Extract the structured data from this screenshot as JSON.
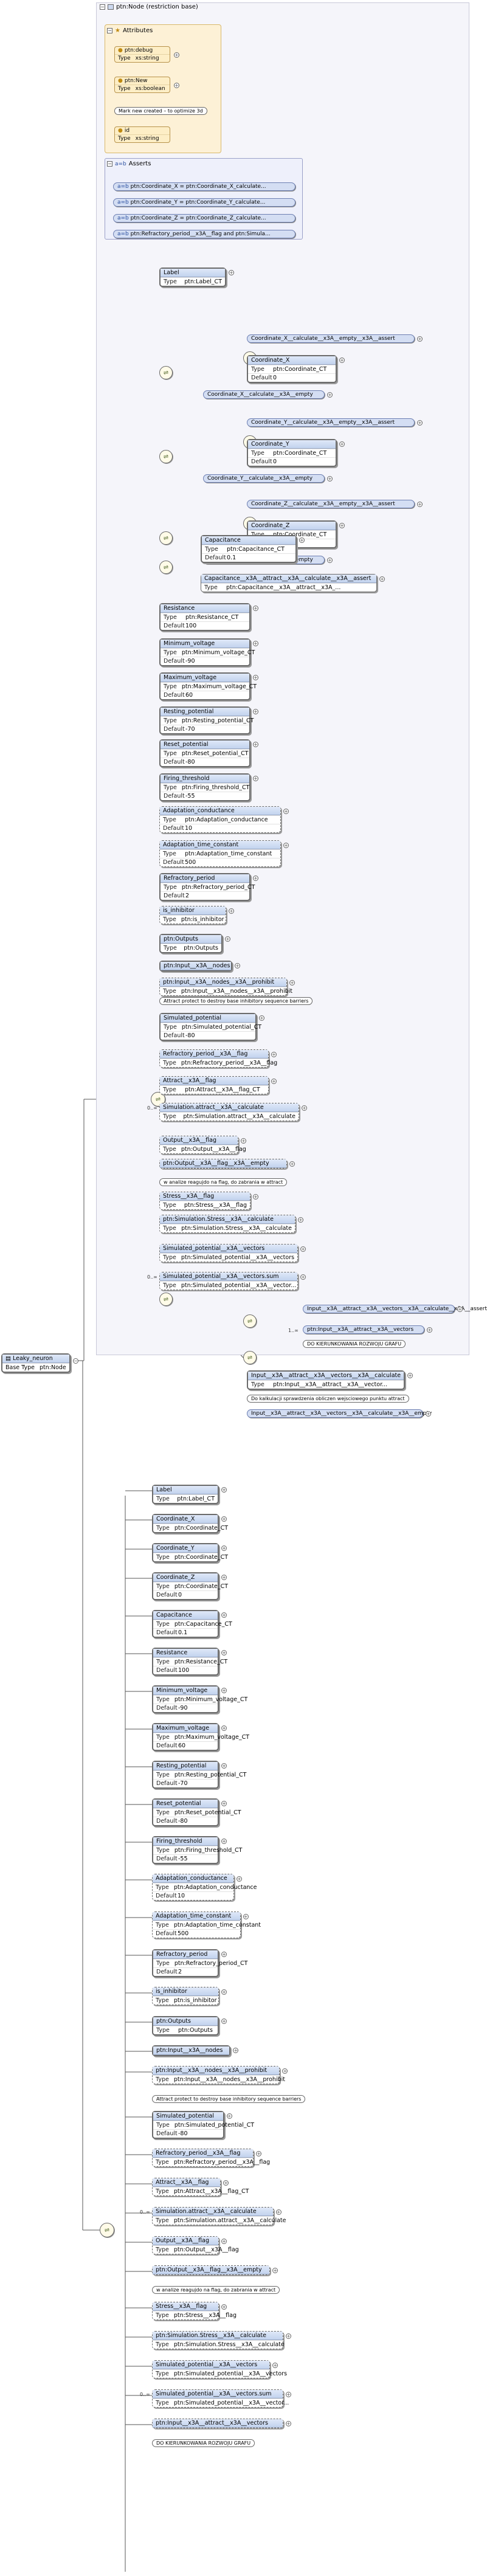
{
  "ptn_node": {
    "title": "ptn:Node (restriction base)",
    "attributes_title": "Attributes",
    "attributes": [
      {
        "name": "ptn:debug",
        "type_label": "Type",
        "type": "xs:string"
      },
      {
        "name": "ptn:New",
        "type_label": "Type",
        "type": "xs:boolean"
      },
      {
        "name": "id",
        "type_label": "Type",
        "type": "xs:string"
      }
    ],
    "new_note": "Mark new created – to optimize 3d",
    "asserts_title": "Asserts",
    "asserts": [
      "ptn:Coordinate_X = ptn:Coordinate_X_calculate...",
      "ptn:Coordinate_Y = ptn:Coordinate_Y_calculate...",
      "ptn:Coordinate_Z = ptn:Coordinate_Z_calculate...",
      "ptn:Refractory_period__x3A__flag and ptn:Simula..."
    ]
  },
  "root": {
    "name": "Leaky_neuron",
    "type_label": "Base Type",
    "type": "ptn:Node"
  },
  "labels": {
    "type": "Type",
    "default": "Default"
  },
  "top": {
    "label": {
      "name": "Label",
      "type": "ptn:Label_CT"
    },
    "coord_x": {
      "calc": "Coordinate_X__calculate__x3A__empty__x3A__assert",
      "name": "Coordinate_X",
      "type": "ptn:Coordinate_CT",
      "default": "0",
      "empty": "Coordinate_X__calculate__x3A__empty"
    },
    "coord_y": {
      "calc": "Coordinate_Y__calculate__x3A__empty__x3A__assert",
      "name": "Coordinate_Y",
      "type": "ptn:Coordinate_CT",
      "default": "0",
      "empty": "Coordinate_Y__calculate__x3A__empty"
    },
    "coord_z": {
      "calc": "Coordinate_Z__calculate__x3A__empty__x3A__assert",
      "name": "Coordinate_Z",
      "type": "ptn:Coordinate_CT",
      "default": "0",
      "empty": "Coordinate_Z__calculate__x3A__empty"
    },
    "capacitance": {
      "name": "Capacitance",
      "type": "ptn:Capacitance_CT",
      "default": "0.1"
    },
    "cap_assert": {
      "name": "Capacitance__x3A__attract__x3A__calculate__x3A__assert",
      "type": "ptn:Capacitance__x3A__attract__x3A_..."
    },
    "resistance": {
      "name": "Resistance",
      "type": "ptn:Resistance_CT",
      "default": "100"
    },
    "min_v": {
      "name": "Minimum_voltage",
      "type": "ptn:Minimum_voltage_CT",
      "default": "-90"
    },
    "max_v": {
      "name": "Maximum_voltage",
      "type": "ptn:Maximum_voltage_CT",
      "default": "60"
    },
    "rest": {
      "name": "Resting_potential",
      "type": "ptn:Resting_potential_CT",
      "default": "-70"
    },
    "reset": {
      "name": "Reset_potential",
      "type": "ptn:Reset_potential_CT",
      "default": "-80"
    },
    "fire": {
      "name": "Firing_threshold",
      "type": "ptn:Firing_threshold_CT",
      "default": "-55"
    },
    "adapt_c": {
      "name": "Adaptation_conductance",
      "type": "ptn:Adaptation_conductance",
      "default": "10"
    },
    "adapt_t": {
      "name": "Adaptation_time_constant",
      "type": "ptn:Adaptation_time_constant",
      "default": "500"
    },
    "refr": {
      "name": "Refractory_period",
      "type": "ptn:Refractory_period_CT",
      "default": "2"
    },
    "inhib": {
      "name": "is_inhibitor",
      "type": "ptn:is_inhibitor"
    },
    "outputs": {
      "name": "ptn:Outputs",
      "type": "ptn:Outputs"
    },
    "inputs": {
      "name": "ptn:Input__x3A__nodes"
    },
    "inputs_prohibit": {
      "name": "ptn:Input__x3A__nodes__x3A__prohibit",
      "type": "ptn:Input__x3A__nodes__x3A__prohibit"
    },
    "prohibit_note": "Attract protect to destroy base inhibitory sequence barriers",
    "sim": {
      "name": "Simulated_potential",
      "type": "ptn:Simulated_potential_CT",
      "default": "-80"
    },
    "refr_flag": {
      "name": "Refractory_period__x3A__flag",
      "type": "ptn:Refractory_period__x3A__flag"
    },
    "attract_flag": {
      "name": "Attract__x3A__flag",
      "type": "ptn:Attract__x3A__flag_CT"
    },
    "sim_attract": {
      "occ": "0..∞",
      "name": "Simulation.attract__x3A__calculate",
      "type": "ptn:Simulation.attract__x3A__calculate"
    },
    "out_flag": {
      "name": "Output__x3A__flag",
      "type": "ptn:Output__x3A__flag"
    },
    "out_empty": {
      "name": "ptn:Output__x3A__flag__x3A__empty"
    },
    "out_note": "w analize reagujdo na flag, do zabrania w attract",
    "stress_flag": {
      "name": "Stress__x3A__flag",
      "type": "ptn:Stress__x3A__flag"
    },
    "sim_stress": {
      "name": "ptn:Simulation.Stress__x3A__calculate",
      "type": "ptn:Simulation.Stress__x3A__calculate"
    },
    "sim_vectors": {
      "name": "Simulated_potential__x3A__vectors",
      "type": "ptn:Simulated_potential__x3A__vectors"
    },
    "sim_vectors_sum": {
      "occ": "0..∞",
      "name": "Simulated_potential__x3A__vectors.sum",
      "type": "ptn:Simulated_potential__x3A__vector..."
    },
    "input_attract_assert": "Input__x3A__attract__x3A__vectors__x3A__calculate__x3A__assert",
    "input_attract_vectors": "ptn:Input__x3A__attract__x3A__vectors",
    "occ_1": "1..∞",
    "kierunek_note": "DO KIERUNKOWANIA ROZWOJU GRAFU",
    "input_calc": {
      "name": "Input__x3A__attract__x3A__vectors__x3A__calculate",
      "type": "ptn:Input__x3A__attract__x3A__vector..."
    },
    "kalkulacja_note": "Do kalkulacji sprawdzenia obliczen wejsciowego punktu attract",
    "input_empty": "Input__x3A__attract__x3A__vectors__x3A__calculate__x3A__empty"
  },
  "bottom": [
    {
      "name": "Label",
      "type": "ptn:Label_CT"
    },
    {
      "name": "Coordinate_X",
      "type": "ptn:Coordinate_CT"
    },
    {
      "name": "Coordinate_Y",
      "type": "ptn:Coordinate_CT"
    },
    {
      "name": "Coordinate_Z",
      "type": "ptn:Coordinate_CT",
      "default": "0"
    },
    {
      "name": "Capacitance",
      "type": "ptn:Capacitance_CT",
      "default": "0.1"
    },
    {
      "name": "Resistance",
      "type": "ptn:Resistance_CT",
      "default": "100"
    },
    {
      "name": "Minimum_voltage",
      "type": "ptn:Minimum_voltage_CT",
      "default": "-90"
    },
    {
      "name": "Maximum_voltage",
      "type": "ptn:Maximum_voltage_CT",
      "default": "60"
    },
    {
      "name": "Resting_potential",
      "type": "ptn:Resting_potential_CT",
      "default": "-70"
    },
    {
      "name": "Reset_potential",
      "type": "ptn:Reset_potential_CT",
      "default": "-80"
    },
    {
      "name": "Firing_threshold",
      "type": "ptn:Firing_threshold_CT",
      "default": "-55"
    },
    {
      "name": "Adaptation_conductance",
      "type": "ptn:Adaptation_conductance",
      "default": "10"
    },
    {
      "name": "Adaptation_time_constant",
      "type": "ptn:Adaptation_time_constant",
      "default": "500"
    },
    {
      "name": "Refractory_period",
      "type": "ptn:Refractory_period_CT",
      "default": "2"
    },
    {
      "name": "is_inhibitor",
      "type": "ptn:is_inhibitor"
    },
    {
      "name": "ptn:Outputs",
      "type": "ptn:Outputs"
    },
    {
      "name": "ptn:Input__x3A__nodes"
    },
    {
      "name": "ptn:Input__x3A__nodes__x3A__prohibit",
      "type": "ptn:Input__x3A__nodes__x3A__prohibit"
    },
    {
      "note": "Attract protect to destroy base inhibitory sequence barriers"
    },
    {
      "name": "Simulated_potential",
      "type": "ptn:Simulated_potential_CT",
      "default": "-80"
    },
    {
      "name": "Refractory_period__x3A__flag",
      "type": "ptn:Refractory_period__x3A__flag"
    },
    {
      "name": "Attract__x3A__flag",
      "type": "ptn:Attract__x3A__flag_CT"
    },
    {
      "occ": "0..∞",
      "name": "Simulation.attract__x3A__calculate",
      "type": "ptn:Simulation.attract__x3A__calculate"
    },
    {
      "name": "Output__x3A__flag",
      "type": "ptn:Output__x3A__flag"
    },
    {
      "name": "ptn:Output__x3A__flag__x3A__empty"
    },
    {
      "note": "w analize reagujdo na flag, do zabrania w attract"
    },
    {
      "name": "Stress__x3A__flag",
      "type": "ptn:Stress__x3A__flag"
    },
    {
      "name": "ptn:Simulation.Stress__x3A__calculate",
      "type": "ptn:Simulation.Stress__x3A__calculate"
    },
    {
      "name": "Simulated_potential__x3A__vectors",
      "type": "ptn:Simulated_potential__x3A__vectors"
    },
    {
      "occ": "0..∞",
      "name": "Simulated_potential__x3A__vectors.sum",
      "type": "ptn:Simulated_potential__x3A__vector..."
    },
    {
      "name": "ptn:Input__x3A__attract__x3A__vectors"
    },
    {
      "note": "DO KIERUNKOWANIA ROZWOJU GRAFU"
    }
  ]
}
